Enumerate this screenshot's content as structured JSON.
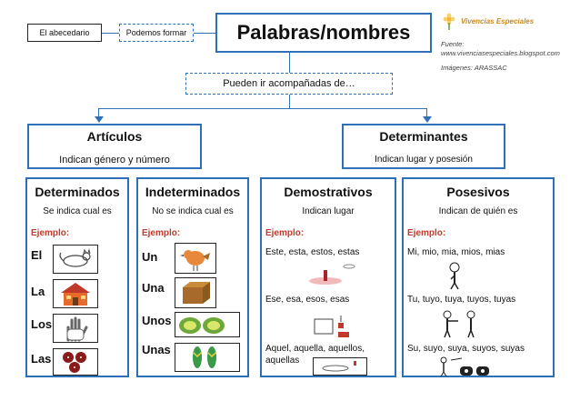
{
  "header": {
    "left_box": "El abecedario",
    "middle_box": "Podemos formar",
    "title": "Palabras/nombres",
    "logo_text": "Vivencias Especiales",
    "source_label": "Fuente:",
    "source_url": "www.vivenciasespeciales.blogspot.com",
    "images_credit": "Imágenes: ARASSAC"
  },
  "connector": "Pueden ir acompañadas de…",
  "categories": [
    {
      "title": "Artículos",
      "subtitle": "Indican género y número"
    },
    {
      "title": "Determinantes",
      "subtitle": "Indican lugar y posesión"
    }
  ],
  "columns": [
    {
      "title": "Determinados",
      "subtitle": "Se indica cual es",
      "example_label": "Ejemplo:",
      "items": [
        "El",
        "La",
        "Los",
        "Las"
      ],
      "icons": [
        "cat-icon",
        "house-icon",
        "hand-icon",
        "buttons-icon"
      ]
    },
    {
      "title": "Indeterminados",
      "subtitle": "No se indica cual es",
      "example_label": "Ejemplo:",
      "items": [
        "Un",
        "Una",
        "Unos",
        "Unas"
      ],
      "icons": [
        "bird-icon",
        "box-icon",
        "melons-icon",
        "sandals-icon"
      ]
    },
    {
      "title": "Demostrativos",
      "subtitle": "Indican lugar",
      "example_label": "Ejemplo:",
      "items": [
        "Este, esta, estos, estas",
        "Ese, esa, esos, esas",
        "Aquel, aquella, aquellos, aquellas"
      ],
      "icons": [
        "near-place-icon",
        "middle-place-icon",
        "far-place-icon"
      ]
    },
    {
      "title": "Posesivos",
      "subtitle": "Indican de quién es",
      "example_label": "Ejemplo:",
      "items": [
        "Mi, mio, mia, mios, mias",
        "Tu, tuyo, tuya, tuyos, tuyas",
        "Su, suyo, suya, suyos, suyas"
      ],
      "icons": [
        "person-self-icon",
        "person-pointing-icon",
        "person-items-icon"
      ]
    }
  ],
  "colors": {
    "border": "#2f6fb5",
    "example": "#c0392b"
  }
}
